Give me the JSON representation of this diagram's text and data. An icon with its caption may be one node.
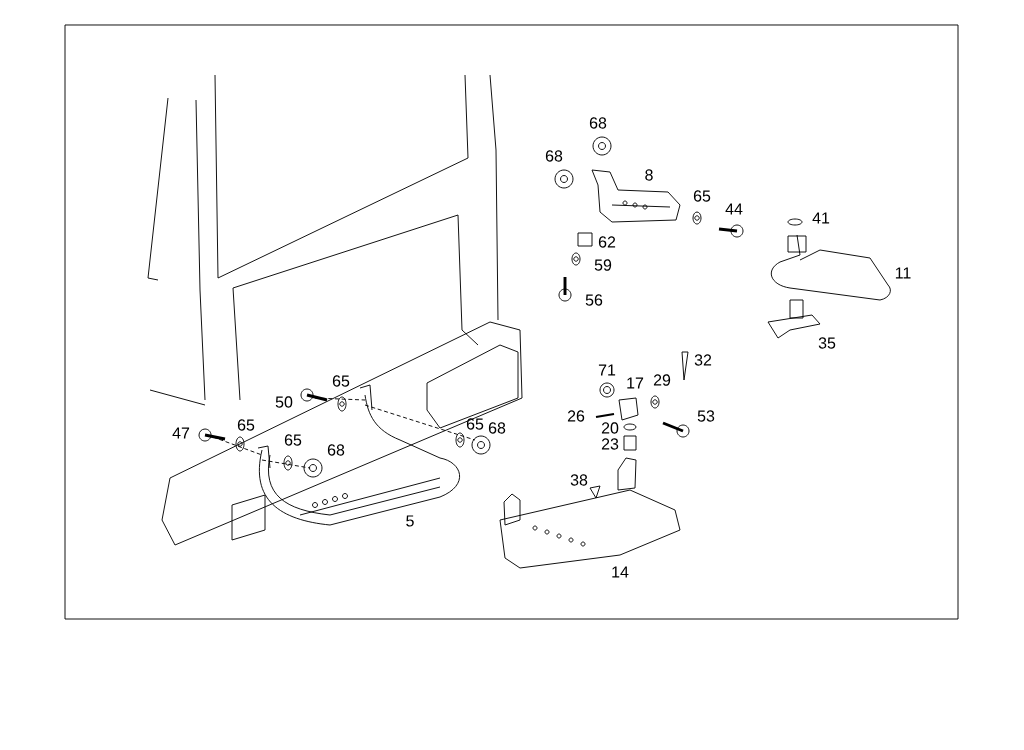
{
  "diagram": {
    "labels": [
      "68",
      "68",
      "8",
      "65",
      "44",
      "41",
      "62",
      "59",
      "11",
      "56",
      "35",
      "32",
      "71",
      "65",
      "17",
      "29",
      "50",
      "26",
      "53",
      "65",
      "68",
      "47",
      "65",
      "20",
      "65",
      "23",
      "68",
      "38",
      "5",
      "14"
    ]
  }
}
